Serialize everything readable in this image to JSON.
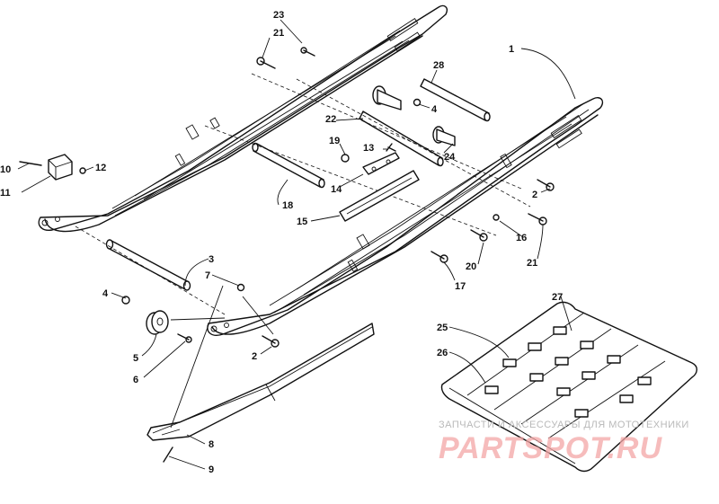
{
  "callouts": [
    {
      "id": "c23",
      "label": "23"
    },
    {
      "id": "c21a",
      "label": "21"
    },
    {
      "id": "c1",
      "label": "1"
    },
    {
      "id": "c28",
      "label": "28"
    },
    {
      "id": "c4a",
      "label": "4"
    },
    {
      "id": "c22",
      "label": "22"
    },
    {
      "id": "c19",
      "label": "19"
    },
    {
      "id": "c13",
      "label": "13"
    },
    {
      "id": "c24",
      "label": "24"
    },
    {
      "id": "c10",
      "label": "10"
    },
    {
      "id": "c12",
      "label": "12"
    },
    {
      "id": "c11",
      "label": "11"
    },
    {
      "id": "c14",
      "label": "14"
    },
    {
      "id": "c2a",
      "label": "2"
    },
    {
      "id": "c18",
      "label": "18"
    },
    {
      "id": "c15",
      "label": "15"
    },
    {
      "id": "c16",
      "label": "16"
    },
    {
      "id": "c21b",
      "label": "21"
    },
    {
      "id": "c20",
      "label": "20"
    },
    {
      "id": "c17",
      "label": "17"
    },
    {
      "id": "c3",
      "label": "3"
    },
    {
      "id": "c7",
      "label": "7"
    },
    {
      "id": "c4b",
      "label": "4"
    },
    {
      "id": "c5",
      "label": "5"
    },
    {
      "id": "c6",
      "label": "6"
    },
    {
      "id": "c2b",
      "label": "2"
    },
    {
      "id": "c27",
      "label": "27"
    },
    {
      "id": "c25",
      "label": "25"
    },
    {
      "id": "c26",
      "label": "26"
    },
    {
      "id": "c8",
      "label": "8"
    },
    {
      "id": "c9",
      "label": "9"
    }
  ],
  "watermark": {
    "line1": "ЗАПЧАСТИ И АКСЕССУАРЫ ДЛЯ МОТОТЕХНИКИ",
    "line2": "PARTSPOT.RU"
  }
}
